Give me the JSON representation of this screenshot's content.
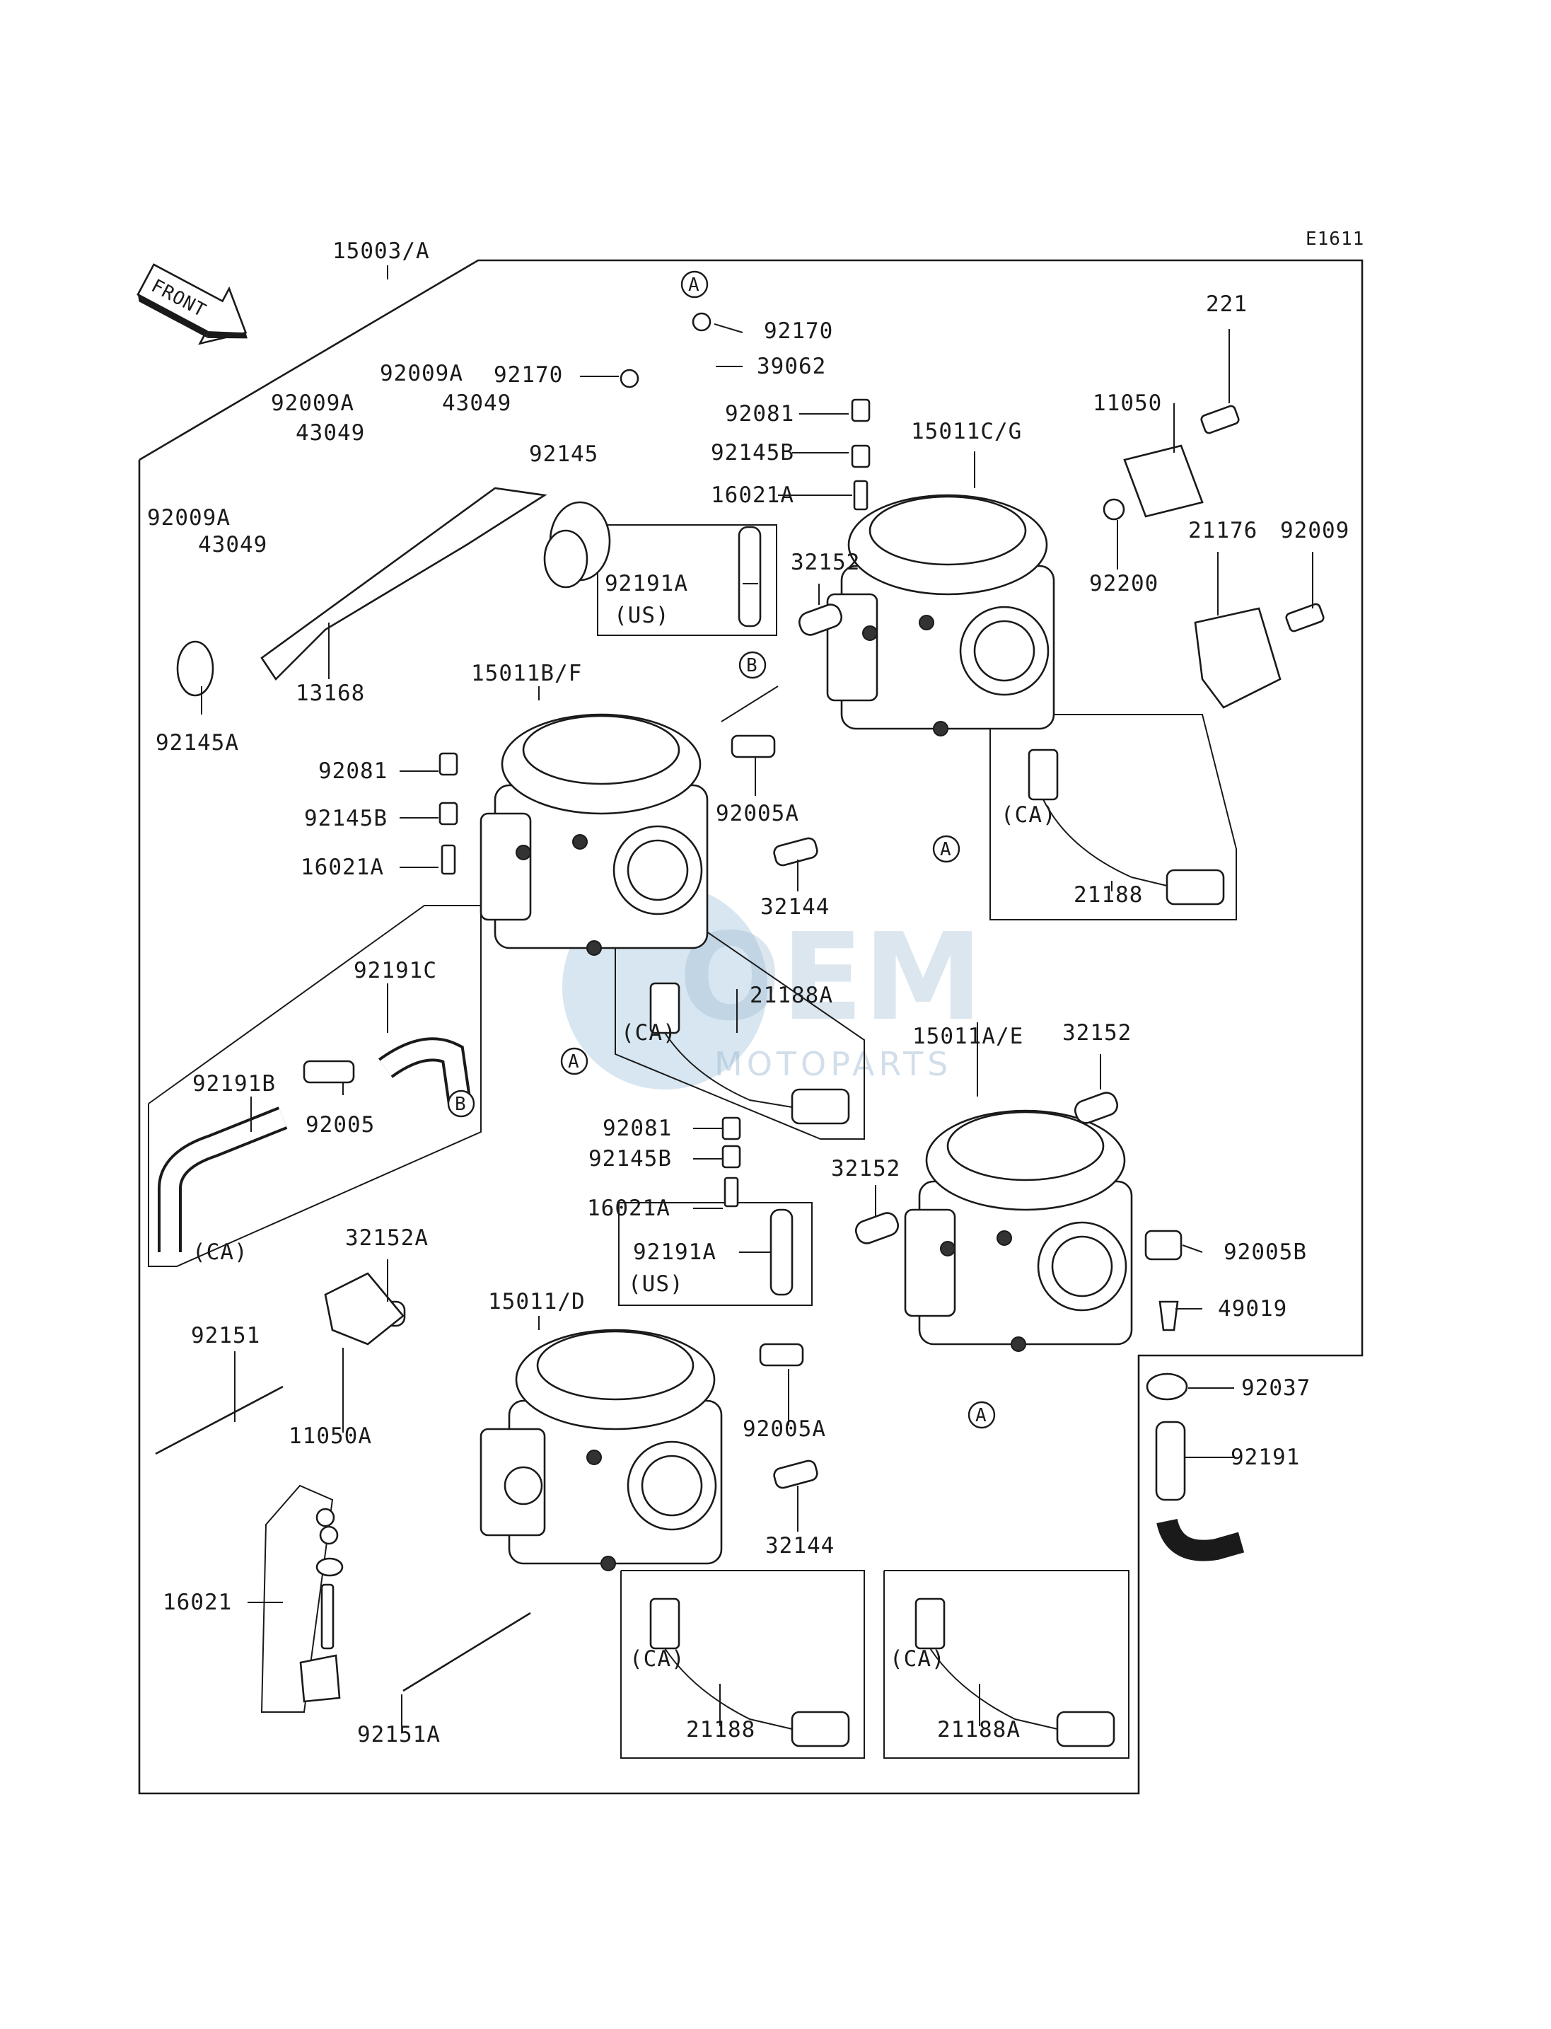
{
  "diagram_code": "E1611",
  "front_label": "FRONT",
  "watermark": {
    "brand": "OEM",
    "sub": "MOTOPARTS"
  },
  "parts": [
    {
      "id": "p01",
      "text": "15003/A"
    },
    {
      "id": "p02",
      "text": "221"
    },
    {
      "id": "p03",
      "text": "92170"
    },
    {
      "id": "p04",
      "text": "92170"
    },
    {
      "id": "p05",
      "text": "39062"
    },
    {
      "id": "p06",
      "text": "92009A"
    },
    {
      "id": "p07",
      "text": "92009A"
    },
    {
      "id": "p08",
      "text": "43049"
    },
    {
      "id": "p09",
      "text": "43049"
    },
    {
      "id": "p10",
      "text": "92145"
    },
    {
      "id": "p11",
      "text": "92081"
    },
    {
      "id": "p12",
      "text": "15011C/G"
    },
    {
      "id": "p13",
      "text": "11050"
    },
    {
      "id": "p14",
      "text": "92145B"
    },
    {
      "id": "p15",
      "text": "16021A"
    },
    {
      "id": "p16",
      "text": "92009A"
    },
    {
      "id": "p17",
      "text": "43049"
    },
    {
      "id": "p18",
      "text": "92191A"
    },
    {
      "id": "p19",
      "text": "(US)"
    },
    {
      "id": "p20",
      "text": "32152"
    },
    {
      "id": "p21",
      "text": "92200"
    },
    {
      "id": "p22",
      "text": "21176"
    },
    {
      "id": "p23",
      "text": "92009"
    },
    {
      "id": "p24",
      "text": "13168"
    },
    {
      "id": "p25",
      "text": "15011B/F"
    },
    {
      "id": "p26",
      "text": "92145A"
    },
    {
      "id": "p27",
      "text": "92081"
    },
    {
      "id": "p28",
      "text": "92005A"
    },
    {
      "id": "p29",
      "text": "92145B"
    },
    {
      "id": "p30",
      "text": "(CA)"
    },
    {
      "id": "p31",
      "text": "16021A"
    },
    {
      "id": "p32",
      "text": "32144"
    },
    {
      "id": "p33",
      "text": "21188"
    },
    {
      "id": "p34",
      "text": "92191C"
    },
    {
      "id": "p35",
      "text": "21188A"
    },
    {
      "id": "p36",
      "text": "(CA)"
    },
    {
      "id": "p37",
      "text": "92191B"
    },
    {
      "id": "p38",
      "text": "15011A/E"
    },
    {
      "id": "p39",
      "text": "32152"
    },
    {
      "id": "p40",
      "text": "92005"
    },
    {
      "id": "p41",
      "text": "92081"
    },
    {
      "id": "p42",
      "text": "92145B"
    },
    {
      "id": "p43",
      "text": "32152"
    },
    {
      "id": "p44",
      "text": "(CA)"
    },
    {
      "id": "p45",
      "text": "16021A"
    },
    {
      "id": "p46",
      "text": "32152A"
    },
    {
      "id": "p47",
      "text": "92191A"
    },
    {
      "id": "p48",
      "text": "(US)"
    },
    {
      "id": "p49",
      "text": "92005B"
    },
    {
      "id": "p50",
      "text": "15011/D"
    },
    {
      "id": "p51",
      "text": "49019"
    },
    {
      "id": "p52",
      "text": "92151"
    },
    {
      "id": "p53",
      "text": "92037"
    },
    {
      "id": "p54",
      "text": "92005A"
    },
    {
      "id": "p55",
      "text": "11050A"
    },
    {
      "id": "p56",
      "text": "92191"
    },
    {
      "id": "p57",
      "text": "32144"
    },
    {
      "id": "p58",
      "text": "16021"
    },
    {
      "id": "p59",
      "text": "(CA)"
    },
    {
      "id": "p60",
      "text": "(CA)"
    },
    {
      "id": "p61",
      "text": "21188"
    },
    {
      "id": "p62",
      "text": "21188A"
    },
    {
      "id": "p63",
      "text": "92151A"
    }
  ],
  "refs": [
    {
      "id": "r1",
      "text": "A"
    },
    {
      "id": "r2",
      "text": "B"
    },
    {
      "id": "r3",
      "text": "A"
    },
    {
      "id": "r4",
      "text": "A"
    },
    {
      "id": "r5",
      "text": "B"
    },
    {
      "id": "r6",
      "text": "A"
    }
  ]
}
